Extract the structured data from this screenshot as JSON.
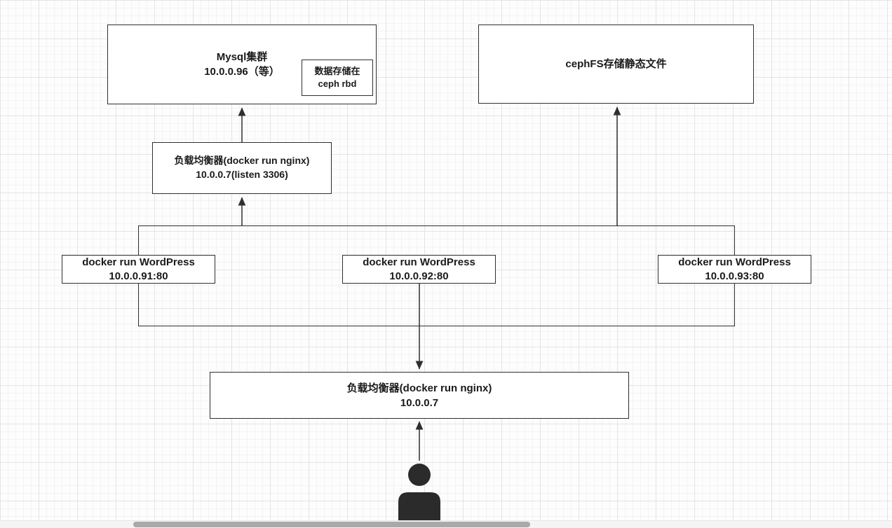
{
  "nodes": {
    "mysql": {
      "line1": "Mysql集群",
      "line2": "10.0.0.96（等）"
    },
    "ceph_note": {
      "line1": "数据存储在",
      "line2": "ceph rbd"
    },
    "cephfs": {
      "label": "cephFS存储静态文件"
    },
    "lb_3306": {
      "line1": "负载均衡器(docker run nginx)",
      "line2": "10.0.0.7(listen 3306)"
    },
    "wp1": {
      "line1": "docker run WordPress",
      "line2": "10.0.0.91:80"
    },
    "wp2": {
      "line1": "docker run WordPress",
      "line2": "10.0.0.92:80"
    },
    "wp3": {
      "line1": "docker run WordPress",
      "line2": "10.0.0.93:80"
    },
    "lb_main": {
      "line1": "负载均衡器(docker run nginx)",
      "line2": "10.0.0.7"
    }
  },
  "icons": {
    "user": "person-silhouette"
  },
  "colors": {
    "shape_border": "#2f2f2f",
    "text": "#1a1a1a",
    "person_fill": "#2b2b2b",
    "scrollbar_thumb": "#a9a9a9"
  }
}
